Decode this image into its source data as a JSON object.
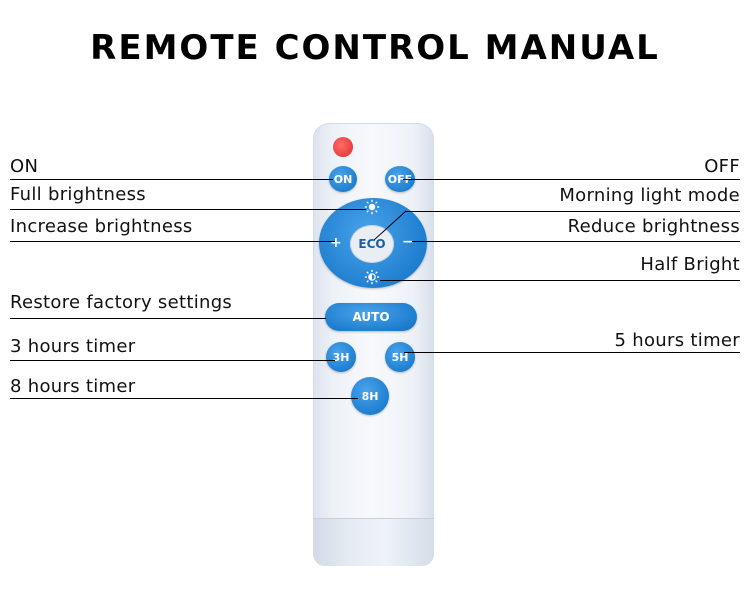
{
  "title": "REMOTE CONTROL MANUAL",
  "labels": {
    "on": "ON",
    "full_brightness": "Full brightness",
    "increase_brightness": "Increase brightness",
    "restore_factory": "Restore factory settings",
    "timer_3h": "3 hours timer",
    "timer_8h": "8 hours timer",
    "off": "OFF",
    "morning_light": "Morning light mode",
    "reduce_brightness": "Reduce brightness",
    "half_bright": "Half Bright",
    "timer_5h": "5 hours timer"
  },
  "buttons": {
    "on": "ON",
    "off": "OFF",
    "eco": "ECO",
    "plus": "+",
    "minus": "−",
    "auto": "AUTO",
    "h3": "3H",
    "h5": "5H",
    "h8": "8H"
  },
  "colors": {
    "button_blue": "#1f7fd0",
    "led_red": "#e02c2c",
    "remote_body": "#eef2f8"
  },
  "icons": {
    "full_brightness": "sun-full-icon",
    "half_bright": "sun-half-icon"
  }
}
